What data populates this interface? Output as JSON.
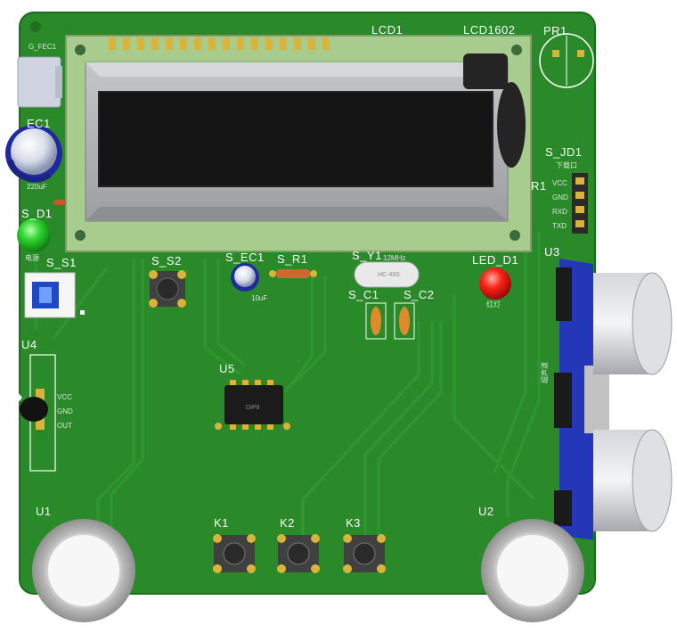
{
  "board": {
    "color": "#2a8a2a",
    "silkscreen_color": "#ffffff"
  },
  "labels": {
    "lcd1": "LCD1",
    "lcd1602": "LCD1602",
    "pr1": "PR1",
    "ec1": "EC1",
    "s_jd1": "S_JD1",
    "r1": "R1",
    "s_d1": "S_D1",
    "s_s1": "S_S1",
    "s_s2": "S_S2",
    "s_ec1": "S_EC1",
    "s_r1": "S_R1",
    "s_y1": "S_Y1",
    "led_d1": "LED_D1",
    "u3": "U3",
    "s_c1": "S_C1",
    "s_c2": "S_C2",
    "u5": "U5",
    "u4": "U4",
    "u1": "U1",
    "u2": "U2",
    "k1": "K1",
    "k2": "K2",
    "k3": "K3"
  },
  "small_text": {
    "usb_label": "G_FEC1",
    "cap_value": "220uF",
    "ec_small_value": "10uF",
    "jd_pins": [
      "VCC",
      "GND",
      "RXD",
      "TXD"
    ],
    "jd_header": "下载口",
    "u4_pins": [
      "VCC",
      "GND",
      "OUT"
    ],
    "crystal": "HC-49S",
    "crystal_freq": "12MHz",
    "dip8": "DIP8",
    "power_label": "电源",
    "led_red_label": "红灯",
    "ultrasonic_label": "超声波"
  },
  "icons": {
    "components": [
      "usb-connector-icon",
      "electrolytic-capacitor-icon",
      "green-led-icon",
      "red-led-icon",
      "push-button-icon",
      "crystal-icon",
      "ultrasonic-sensor-icon",
      "wheel-icon",
      "photoresistor-icon",
      "dip8-chip-icon",
      "lcd-display-icon",
      "pin-header-icon"
    ]
  }
}
